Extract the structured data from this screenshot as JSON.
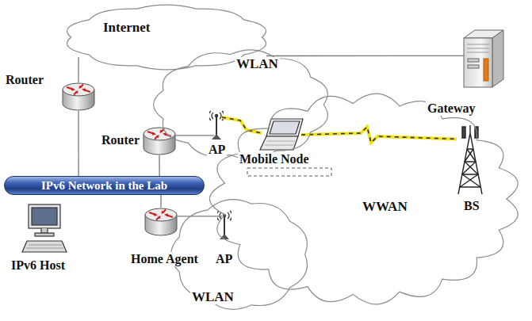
{
  "diagram": {
    "nodes": [
      {
        "text": [
          "Internet"
        ]
      },
      {
        "text": [
          "Router"
        ]
      },
      {
        "text": [
          "WLAN"
        ]
      },
      {
        "text": [
          "Gateway"
        ]
      },
      {
        "text": [
          "Router"
        ]
      },
      {
        "text": [
          "AP"
        ]
      },
      {
        "text": [
          "Mobile Node"
        ]
      },
      {
        "text": [
          "BS"
        ]
      },
      {
        "text": [
          "IPv6 Network in the Lab"
        ]
      },
      {
        "text": [
          "WWAN"
        ]
      },
      {
        "text": [
          "IPv6 Host"
        ]
      },
      {
        "text": [
          "Home Agent"
        ]
      },
      {
        "text": [
          "AP"
        ]
      },
      {
        "text": [
          "WLAN"
        ]
      }
    ],
    "edges": [
      {
        "from": 1,
        "to": 0,
        "arrow": "none"
      },
      {
        "from": 1,
        "to": 8,
        "arrow": "none"
      },
      {
        "from": 4,
        "to": 8,
        "arrow": "none"
      },
      {
        "from": 4,
        "to": 5,
        "arrow": "none"
      },
      {
        "from": 11,
        "to": 8,
        "arrow": "none"
      },
      {
        "from": 11,
        "to": 12,
        "arrow": "none"
      },
      {
        "from": 0,
        "to": 3,
        "arrow": "none"
      },
      {
        "from": 5,
        "to": 6,
        "arrow": "none"
      },
      {
        "from": 6,
        "to": 7,
        "arrow": "none"
      }
    ]
  }
}
